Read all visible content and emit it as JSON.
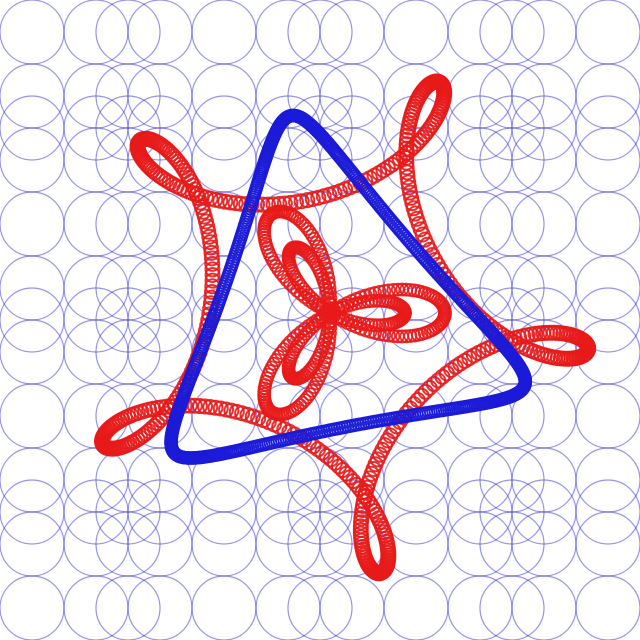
{
  "colors": {
    "background": "#ffffff",
    "grid": "#3b3bdc",
    "curve_blue": "#1a1ad8",
    "curve_red": "#e81a1a"
  },
  "layers": [
    {
      "name": "background-circle-grid",
      "color_key": "grid",
      "shape": "circle-grid"
    },
    {
      "name": "red-spirograph-trace",
      "color_key": "curve_red",
      "shape": "spirograph"
    },
    {
      "name": "blue-spirograph-trace",
      "color_key": "curve_blue",
      "shape": "spirograph"
    }
  ]
}
